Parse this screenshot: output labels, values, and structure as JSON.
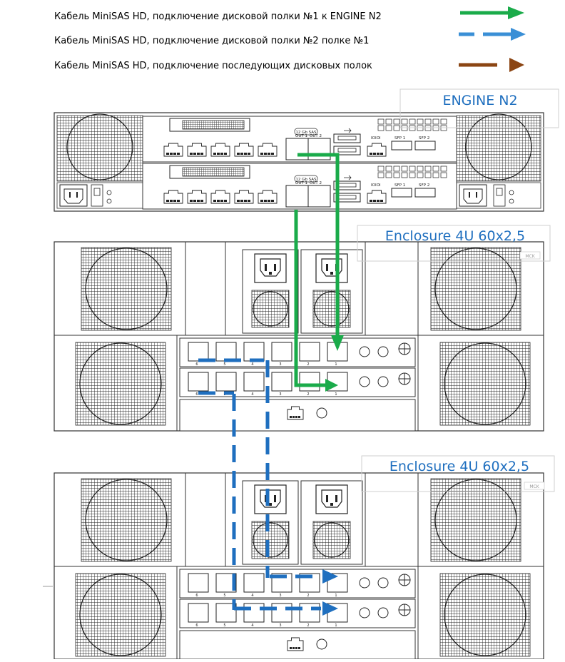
{
  "legend": {
    "items": [
      {
        "label": "Кабель MiniSAS HD, подключение дисковой полки №1 к ENGINE N2",
        "color": "#1aab4a",
        "style": "solid"
      },
      {
        "label": "Кабель MiniSAS HD, подключение дисковой полки №2 полке №1",
        "color": "#3a8fd6",
        "style": "dashed"
      },
      {
        "label": "Кабель MiniSAS HD, подключение последующих дисковых полок",
        "color": "#8b4513",
        "style": "solid"
      }
    ]
  },
  "engine": {
    "title": "ENGINE N2",
    "controllers": [
      {
        "badge": "12 Gb SAS",
        "out1": "OUT 1",
        "out2": "OUT 2",
        "ioioi": "IOIOI",
        "sfp1": "SFP 1",
        "sfp2": "SFP 2"
      },
      {
        "badge": "12 Gb SAS",
        "out1": "OUT 1",
        "out2": "OUT 2",
        "ioioi": "IOIOI",
        "sfp1": "SFP 1",
        "sfp2": "SFP 2"
      }
    ]
  },
  "enclosures": [
    {
      "title": "Enclosure 4U 60x2,5",
      "tag": "MCK",
      "port_numbers": [
        "6",
        "5",
        "4",
        "3",
        "2",
        "1"
      ]
    },
    {
      "title": "Enclosure 4U 60x2,5",
      "tag": "MCK",
      "port_numbers": [
        "6",
        "5",
        "4",
        "3",
        "2",
        "1"
      ]
    }
  ],
  "colors": {
    "green_cable": "#1aab4a",
    "blue_cable": "#1f6fbf",
    "brown_cable": "#8b4513",
    "title_text": "#1f6fbf",
    "outline": "#333333"
  }
}
